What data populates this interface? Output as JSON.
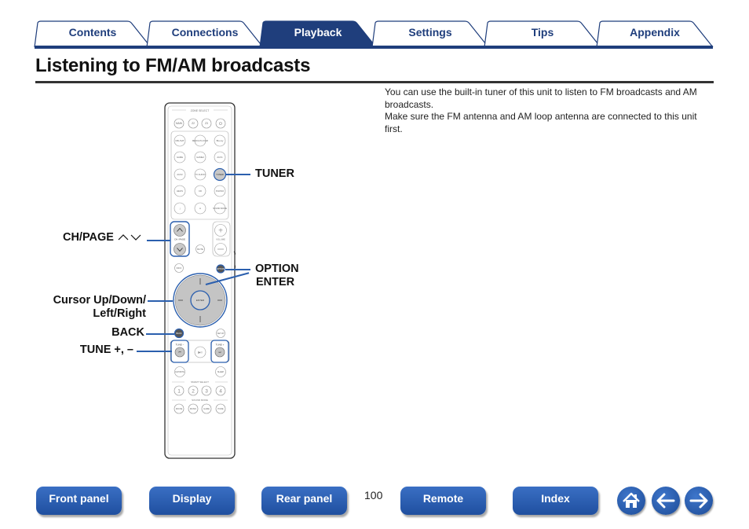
{
  "tabs": [
    {
      "label": "Contents",
      "active": false
    },
    {
      "label": "Connections",
      "active": false
    },
    {
      "label": "Playback",
      "active": true
    },
    {
      "label": "Settings",
      "active": false
    },
    {
      "label": "Tips",
      "active": false
    },
    {
      "label": "Appendix",
      "active": false
    }
  ],
  "colors": {
    "brand": "#1f3e7c",
    "button": "#2a5cae",
    "leader": "#2b5fae"
  },
  "page": {
    "title": "Listening to FM/AM broadcasts",
    "intro": [
      "You can use the built-in tuner of this unit to listen to FM broadcasts and AM broadcasts.",
      "Make sure the FM antenna and AM loop antenna are connected to this unit first."
    ]
  },
  "callouts": {
    "tuner": "TUNER",
    "ch_page": "CH/PAGE",
    "option": "OPTION",
    "enter": "ENTER",
    "cursor_line1": "Cursor Up/Down/",
    "cursor_line2": "Left/Right",
    "back": "BACK",
    "tune": "TUNE +, –"
  },
  "remote": {
    "zone_select": "ZONE SELECT",
    "row1": [
      "MAIN",
      "Z2",
      "Z3",
      "⏻"
    ],
    "sources": [
      [
        "CBL/SAT",
        "MEDIA PLAYER",
        "Blu-ray"
      ],
      [
        "GAME",
        "GAME2",
        "AUX1"
      ],
      [
        "AUX2",
        "TV AUDIO",
        "TUNER"
      ],
      [
        "HEOS",
        "CD",
        "PHONO"
      ],
      [
        "↓",
        "»",
        "SOUND MODE"
      ]
    ],
    "ch_page": "CH / PAGE",
    "volume": "VOLUME",
    "mute": "MUTE",
    "info": "INFO",
    "option": "OPTION",
    "enter": "ENTER",
    "back": "BACK",
    "setup": "SETUP",
    "tune_minus": "TUNE −",
    "tune_plus": "TUNE +",
    "play": "▶II",
    "tune_fav": "FAVORITE",
    "sleep": "SLEEP",
    "smart_select": "SMART SELECT",
    "smart_numbers": [
      "1",
      "2",
      "3",
      "4"
    ],
    "sound_mode": "SOUND MODE",
    "sound_buttons": [
      "MOVIE",
      "MUSIC",
      "GAME",
      "PURE"
    ]
  },
  "nav": {
    "front_panel": "Front panel",
    "display": "Display",
    "rear_panel": "Rear panel",
    "page_number": "100",
    "remote": "Remote",
    "index": "Index"
  }
}
